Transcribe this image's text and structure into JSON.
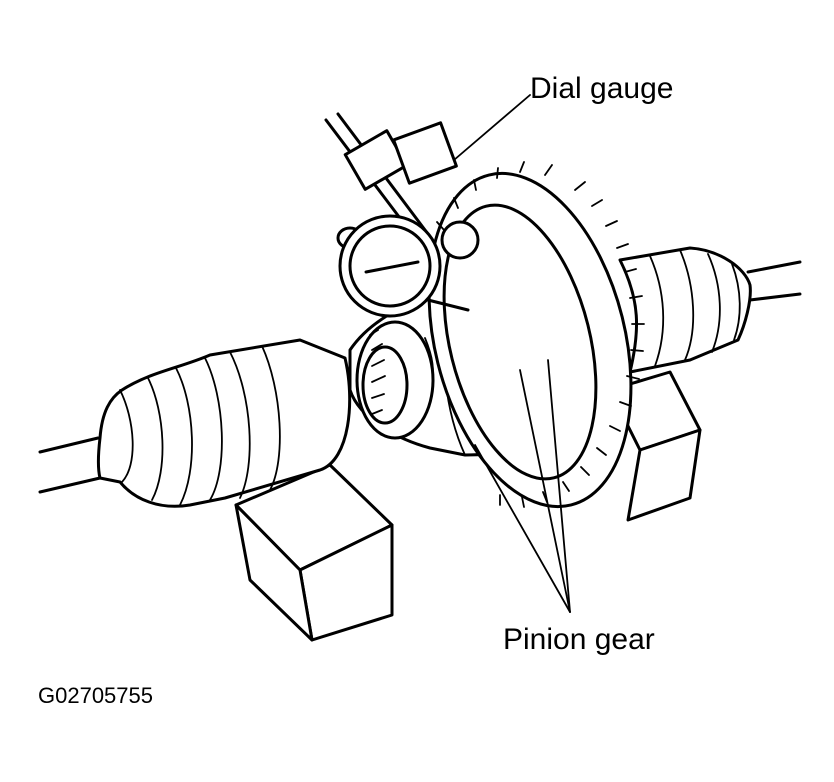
{
  "labels": {
    "dial_gauge": "Dial gauge",
    "pinion_gear": "Pinion gear",
    "figure_code": "G02705755"
  },
  "colors": {
    "ink": "#000000",
    "paper": "#ffffff"
  }
}
